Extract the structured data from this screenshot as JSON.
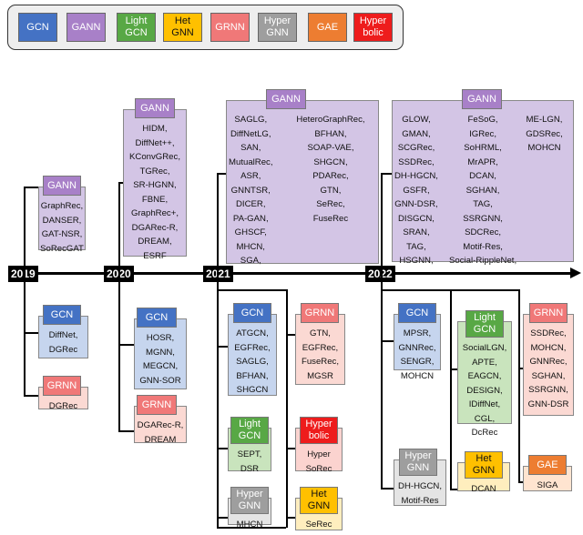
{
  "colors": {
    "GCN": "#4472C4",
    "GANN": "#A880C8",
    "LightGCN": "#58A845",
    "HetGNN": "#FFC000",
    "GRNN": "#F07878",
    "HyperGNN": "#9E9E9E",
    "GAE": "#ED7D31",
    "Hyperbolic": "#EE1C1C",
    "box_GANN": "#D3C5E5",
    "box_GCN": "#C6D5EE",
    "box_Light": "#C9E4BD",
    "box_Het": "#FFEEBE",
    "box_GRNN": "#FBD9D3",
    "box_Hyper": "#E4E4E4",
    "box_GAE": "#FFE4D0",
    "box_Hyperbolic": "#FBD3CF"
  },
  "legend": [
    "GCN",
    "GANN",
    "Light\nGCN",
    "Het\nGNN",
    "GRNN",
    "Hyper\nGNN",
    "GAE",
    "Hyper\nbolic"
  ],
  "years": [
    "2019",
    "2020",
    "2021",
    "2022"
  ],
  "tags": {
    "gann": "GANN",
    "gcn": "GCN",
    "grnn": "GRNN",
    "light": "Light\nGCN",
    "hyperbolic": "Hyper\nbolic",
    "hyper": "Hyper\nGNN",
    "het": "Het\nGNN",
    "gae": "GAE"
  },
  "y2019": {
    "gann": [
      "GraphRec,",
      "DANSER,",
      "GAT-NSR,",
      "SoRecGAT"
    ],
    "gcn": [
      "DiffNet,",
      "DGRec"
    ],
    "grnn": [
      "DGRec"
    ]
  },
  "y2020": {
    "gann": [
      "HIDM,",
      "DiffNet++,",
      "KConvGRec,",
      "TGRec,",
      "SR-HGNN,",
      "FBNE,",
      "GraphRec+,",
      "DGARec-R,",
      "DREAM,",
      "ESRF"
    ],
    "gcn": [
      "HOSR,",
      "MGNN,",
      "MEGCN,",
      "GNN-SOR"
    ],
    "grnn": [
      "DGARec-R,",
      "DREAM"
    ]
  },
  "y2021": {
    "gann_left": [
      "SAGLG,",
      "DiffNetLG,",
      "SAN,",
      "MutualRec,",
      "ASR,",
      "GNNTSR,",
      "DICER,",
      "PA-GAN,",
      "GHSCF,",
      "MHCN,",
      "SGA,"
    ],
    "gann_right": [
      "HeteroGraphRec,",
      "BFHAN,",
      "SOAP-VAE,",
      "SHGCN,",
      "PDARec,",
      "GTN,",
      "SeRec,",
      "FuseRec"
    ],
    "gcn": [
      "ATGCN,",
      "EGFRec,",
      "SAGLG,",
      "BFHAN,",
      "SHGCN"
    ],
    "grnn": [
      "GTN,",
      "EGFRec,",
      "FuseRec,",
      "MGSR"
    ],
    "light": [
      "SEPT,",
      "DSR"
    ],
    "hyperbolic": [
      "Hyper",
      "SoRec"
    ],
    "hyper": [
      "MHCN"
    ],
    "het": [
      "SeRec"
    ]
  },
  "y2022": {
    "gann_c1": [
      "GLOW,",
      "GMAN,",
      "SCGRec,",
      "SSDRec,",
      "DH-HGCN,",
      "GSFR,",
      "GNN-DSR,",
      "DISGCN,",
      "SRAN,",
      "TAG,",
      "HSGNN,"
    ],
    "gann_c2": [
      "FeSoG,",
      "IGRec,",
      "SoHRML,",
      "MrAPR,",
      "DCAN,",
      "SGHAN,",
      "TAG,",
      "SSRGNN,",
      "SDCRec,",
      "Motif-Res,",
      "Social-RippleNet,"
    ],
    "gann_c3": [
      "ME-LGN,",
      "GDSRec,",
      "MOHCN"
    ],
    "gcn": [
      "MPSR,",
      "GNNRec,",
      "SENGR,",
      "MOHCN"
    ],
    "light": [
      "SocialLGN,",
      "APTE,",
      "EAGCN,",
      "DESIGN,",
      "IDiffNet,",
      "CGL,",
      "DcRec"
    ],
    "grnn": [
      "SSDRec,",
      "MOHCN,",
      "GNNRec,",
      "SGHAN,",
      "SSRGNN,",
      "GNN-DSR"
    ],
    "hyper": [
      "DH-HGCN,",
      "Motif-Res"
    ],
    "het": [
      "DCAN"
    ],
    "gae": [
      "SIGA"
    ]
  }
}
